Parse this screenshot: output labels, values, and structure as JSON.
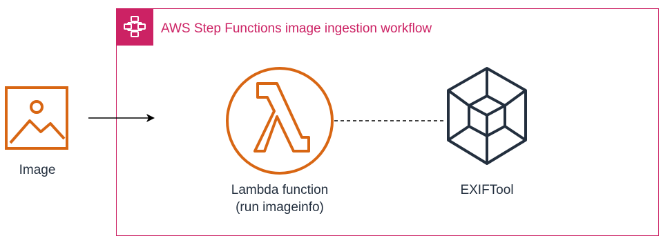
{
  "group": {
    "title": "AWS Step Functions image ingestion workflow",
    "badge_icon": "step-functions-icon",
    "color": "#cc2264"
  },
  "nodes": {
    "image": {
      "label": "Image",
      "icon": "image-icon",
      "color": "#d86613"
    },
    "lambda": {
      "label_line1": "Lambda function",
      "label_line2": "(run imageinfo)",
      "icon": "lambda-icon",
      "color": "#d86613"
    },
    "exiftool": {
      "label": "EXIFTool",
      "icon": "cube-icon",
      "color": "#232f3e"
    }
  },
  "edges": [
    {
      "from": "image",
      "to": "group",
      "style": "solid-arrow"
    },
    {
      "from": "lambda",
      "to": "exiftool",
      "style": "dashed"
    }
  ]
}
